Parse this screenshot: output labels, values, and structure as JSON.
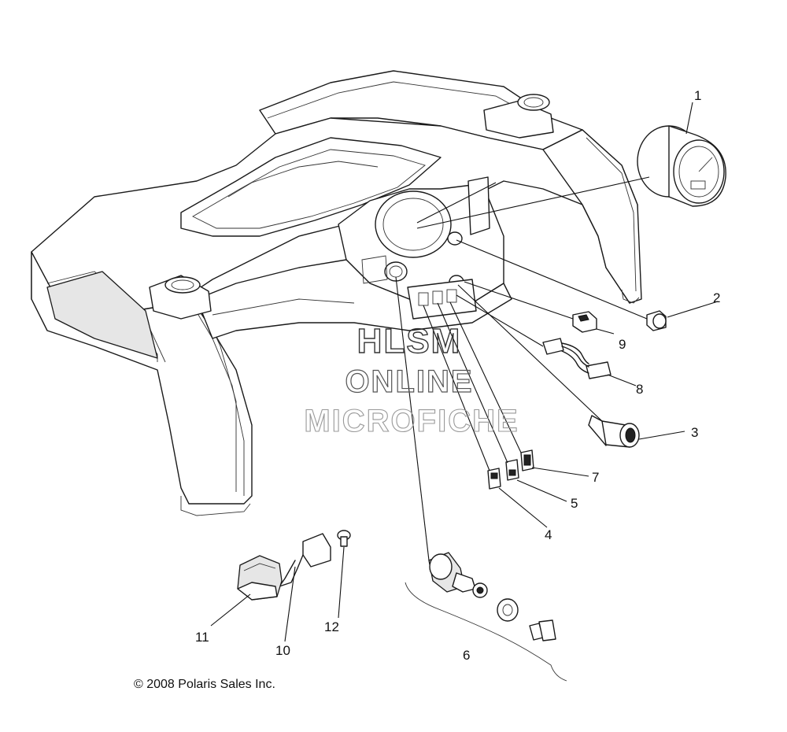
{
  "callouts": [
    {
      "id": "1",
      "label": "1"
    },
    {
      "id": "2",
      "label": "2"
    },
    {
      "id": "3",
      "label": "3"
    },
    {
      "id": "4",
      "label": "4"
    },
    {
      "id": "5",
      "label": "5"
    },
    {
      "id": "6",
      "label": "6"
    },
    {
      "id": "7",
      "label": "7"
    },
    {
      "id": "8",
      "label": "8"
    },
    {
      "id": "9",
      "label": "9"
    },
    {
      "id": "10",
      "label": "10"
    },
    {
      "id": "11",
      "label": "11"
    },
    {
      "id": "12",
      "label": "12"
    }
  ],
  "watermark": {
    "line1": "HLSM",
    "line2": "ONLINE",
    "line3": "MICROFICHE"
  },
  "copyright": "© 2008 Polaris Sales Inc."
}
